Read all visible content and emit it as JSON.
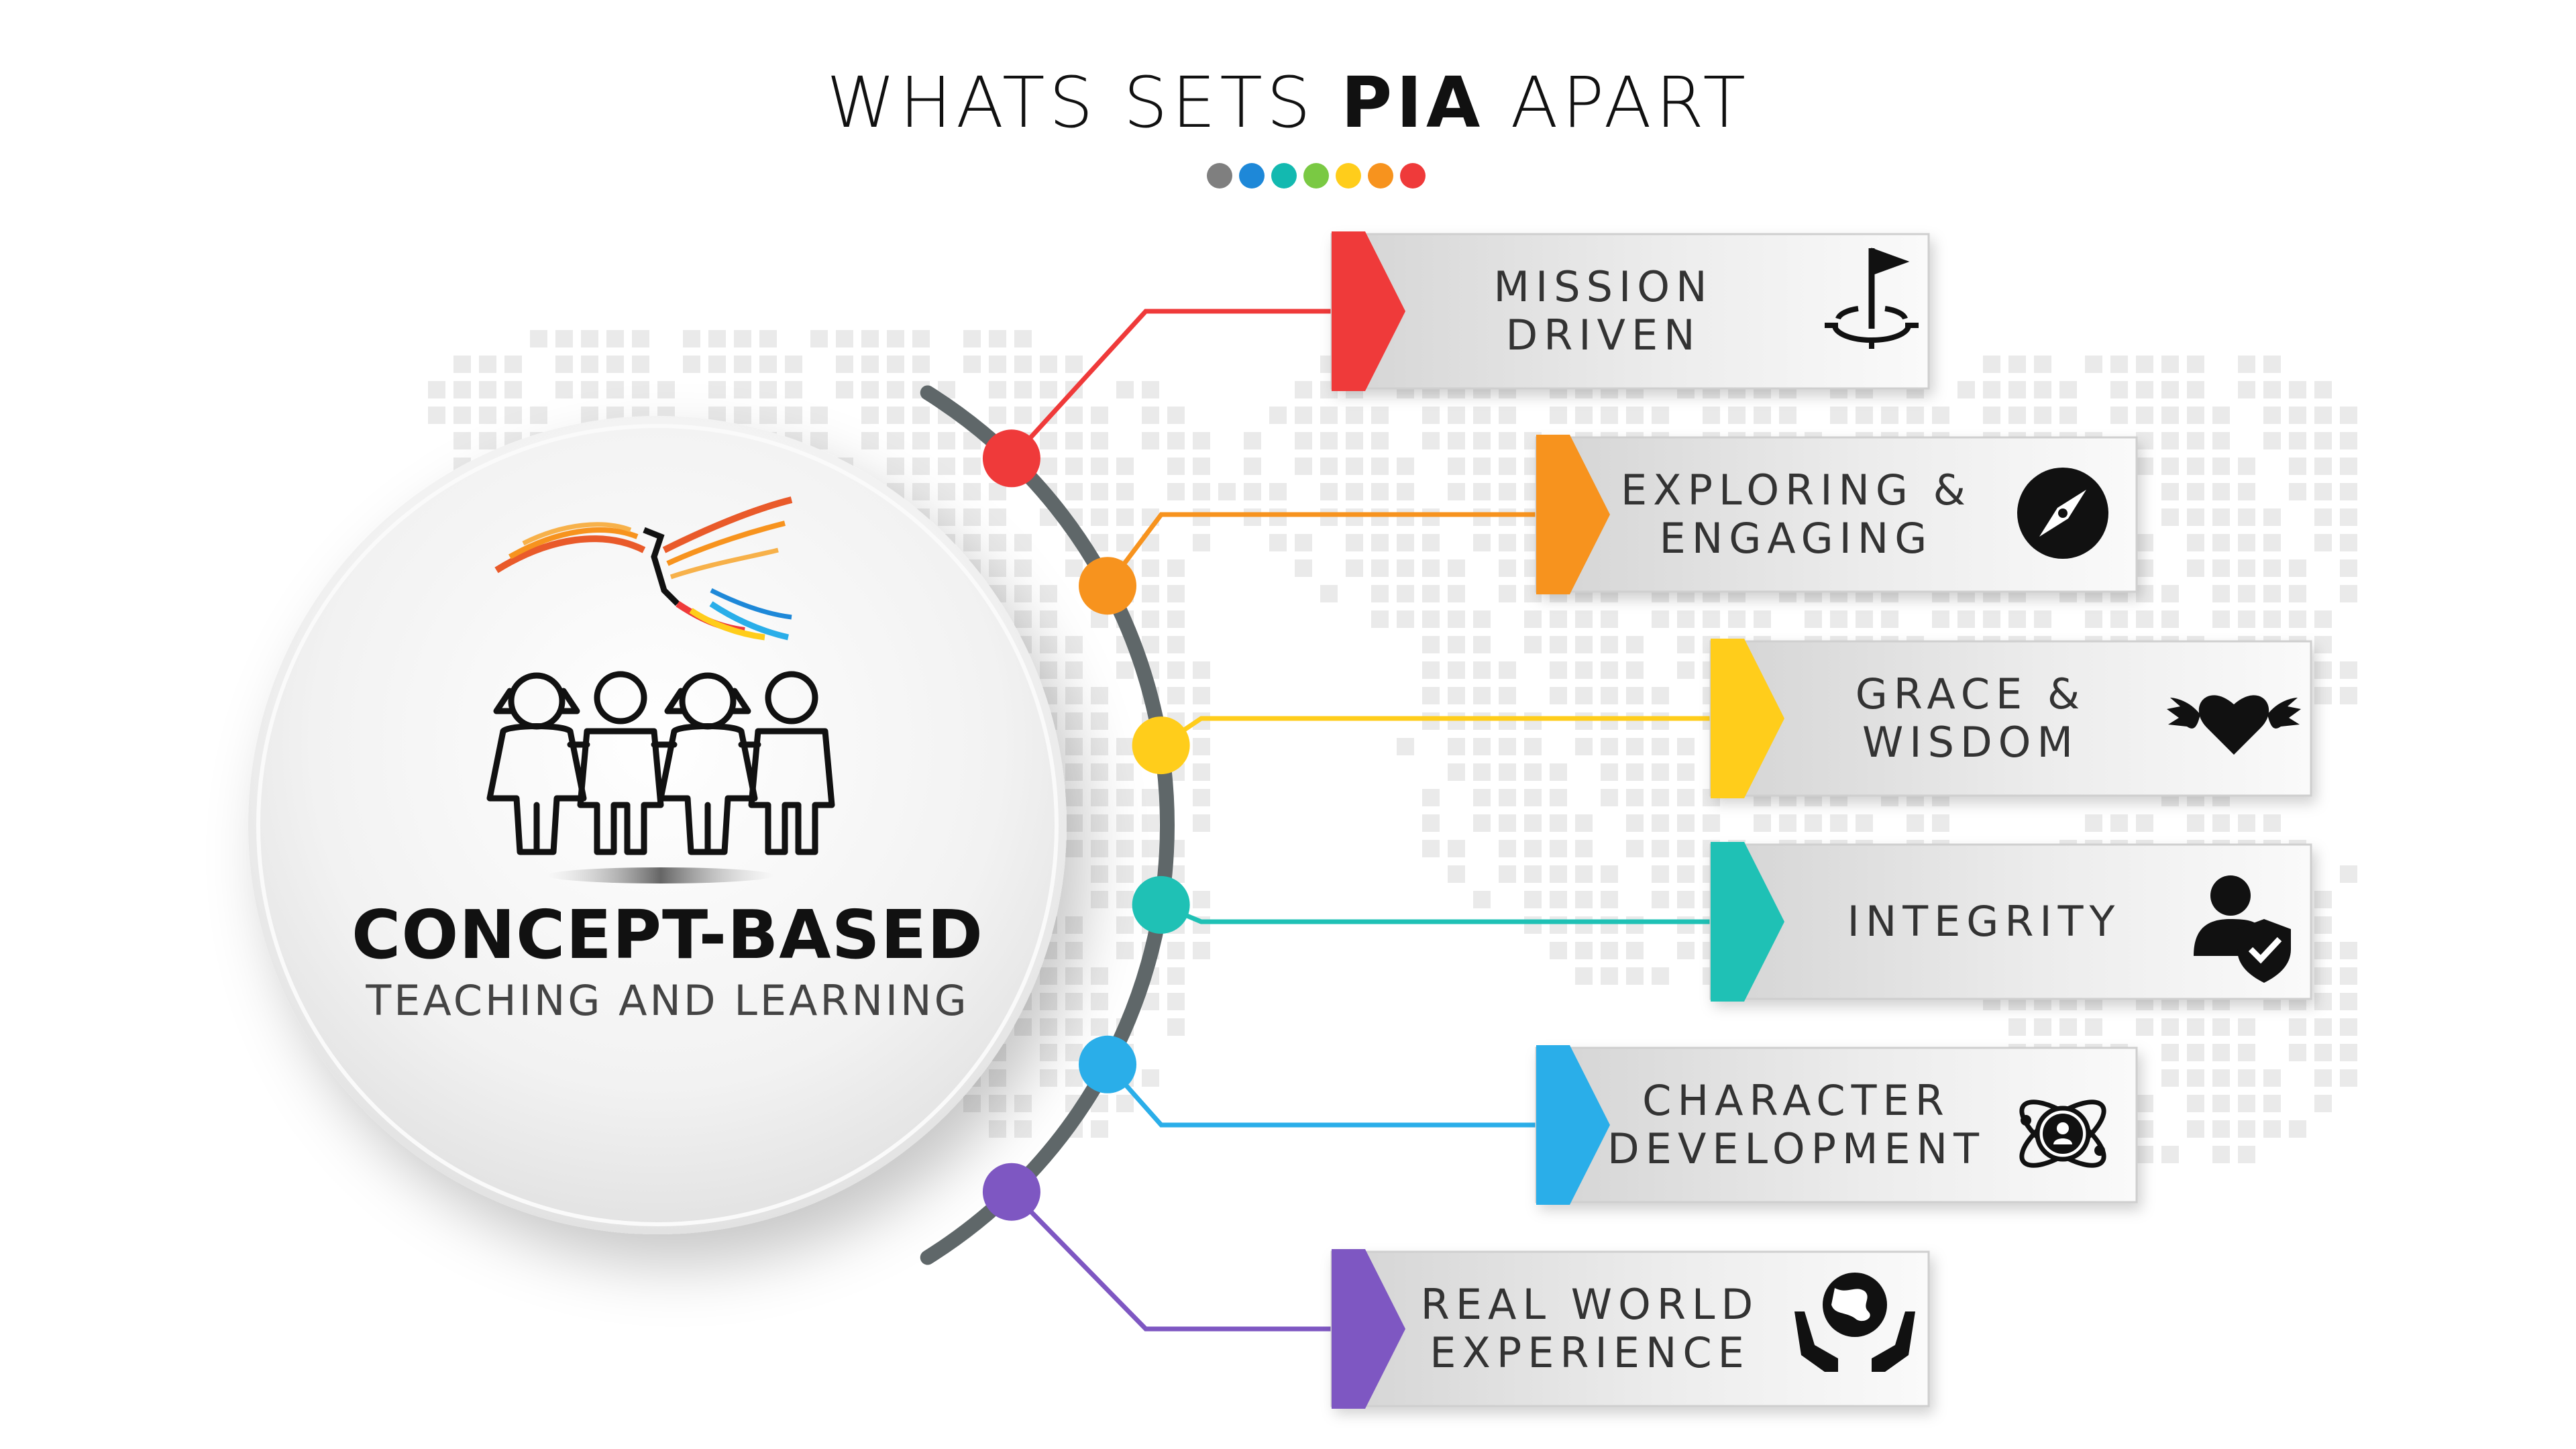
{
  "title": {
    "prefix": "WHATS SETS",
    "emphasis": "PIA",
    "suffix": "APART"
  },
  "center": {
    "main": "CONCEPT-BASED",
    "sub": "TEACHING AND LEARNING"
  },
  "title_dot_colors": [
    "#7f7f7f",
    "#1e88d8",
    "#13b9b0",
    "#7ac943",
    "#ffcd1b",
    "#f7931e",
    "#ef3a3a"
  ],
  "items": [
    {
      "label": "MISSION DRIVEN",
      "color": "#ef3a3a",
      "icon": "flag-target-icon"
    },
    {
      "label": "EXPLORING & ENGAGING",
      "color": "#f7931e",
      "icon": "compass-icon"
    },
    {
      "label": "GRACE & WISDOM",
      "color": "#ffcd1b",
      "icon": "winged-heart-icon"
    },
    {
      "label": "INTEGRITY",
      "color": "#1fc1b5",
      "icon": "user-shield-icon"
    },
    {
      "label": "CHARACTER DEVELOPMENT",
      "color": "#2aaee9",
      "icon": "atom-user-icon"
    },
    {
      "label": "REAL WORLD EXPERIENCE",
      "color": "#7e57c2",
      "icon": "globe-hands-icon"
    }
  ]
}
